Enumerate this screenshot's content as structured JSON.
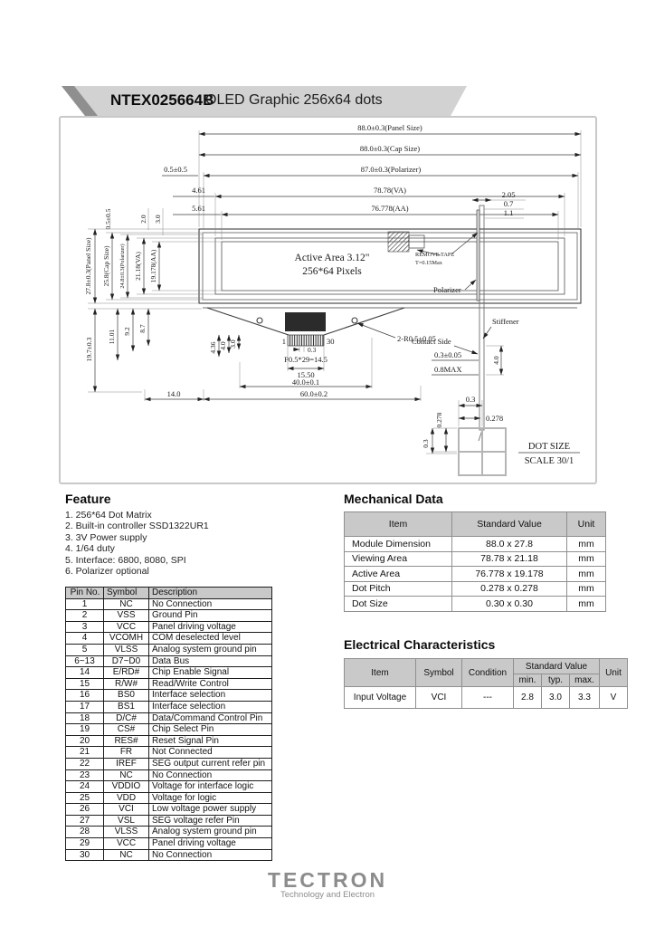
{
  "header": {
    "model": "NTEX025664B",
    "subtitle": "OLED Graphic 256x64 dots"
  },
  "colors": {
    "banner": "#d2d2d2",
    "banner_fold": "#8f8f8f",
    "table_header_bg": "#c9c9c9",
    "chip_fill": "#2b2b2b",
    "logo_gray": "#8c8c8c",
    "frame_border": "#c8c8c8"
  },
  "drawing": {
    "panel_w": "88.0±0.3(Panel Size)",
    "cap_w": "88.0±0.3(Cap Size)",
    "pol_off": "0.5±0.5",
    "pol_w": "87.0±0.3(Polarizer)",
    "va_off": "4.61",
    "va_w": "78.78(VA)",
    "aa_off": "5.61",
    "aa_w": "76.778(AA)",
    "pol_off_v": "0.5±0.5",
    "top_2": "2.0",
    "top_3": "3.0",
    "panel_h": "27.8±0.3(Panel Size)",
    "cap_h": "25.8(Cap Size)",
    "pol_h": "24.8±0.3(Polarizer)",
    "va_h": "21.18(VA)",
    "aa_h": "19.178(AA)",
    "active1": "Active Area 3.12\"",
    "active2": "256*64 Pixels",
    "tape1": "REMOVE TAPE",
    "tape2": "T=0.15Max",
    "polarizer": "Polarizer",
    "stiffener": "Stiffener",
    "contact": "Contact Side",
    "t205": "2.05",
    "t07": "0.7",
    "t11": "1.1",
    "t03005": "0.3±0.05",
    "t08max": "0.8MAX",
    "t40v": "4.0",
    "l197": "19.7±0.3",
    "l1101": "11.01",
    "l92": "9.2",
    "l87": "8.7",
    "l436": "4.36",
    "l40": "4.0",
    "l30": "3.0",
    "pin1": "1",
    "pin30": "30",
    "p03": "0.3",
    "ppitch": "P0.5*29=14.5",
    "p1550": "15.50",
    "p400": "40.0±0.1",
    "p140": "14.0",
    "p600": "60.0±0.2",
    "r05": "2-R0.5±0.05",
    "dot03t": "0.3",
    "dot0278t": "0.278",
    "dot0278l": "0.278",
    "dot03l": "0.3",
    "dot_t1": "DOT SIZE",
    "dot_t2": "SCALE 30/1"
  },
  "feature": {
    "title": "Feature",
    "items": [
      "1. 256*64 Dot Matrix",
      "2. Built-in controller SSD1322UR1",
      "3. 3V Power supply",
      "4. 1/64 duty",
      "5. Interface: 6800, 8080, SPI",
      "6. Polarizer optional"
    ]
  },
  "mechanical": {
    "title": "Mechanical Data",
    "headers": [
      "Item",
      "Standard Value",
      "Unit"
    ],
    "rows": [
      [
        "Module Dimension",
        "88.0 x 27.8",
        "mm"
      ],
      [
        "Viewing Area",
        "78.78 x 21.18",
        "mm"
      ],
      [
        "Active Area",
        "76.778 x 19.178",
        "mm"
      ],
      [
        "Dot Pitch",
        "0.278 x 0.278",
        "mm"
      ],
      [
        "Dot Size",
        "0.30 x 0.30",
        "mm"
      ]
    ]
  },
  "pins": {
    "headers": [
      "Pin No.",
      "Symbol",
      "Description"
    ],
    "rows": [
      [
        "1",
        "NC",
        "No Connection"
      ],
      [
        "2",
        "VSS",
        "Ground Pin"
      ],
      [
        "3",
        "VCC",
        "Panel driving voltage"
      ],
      [
        "4",
        "VCOMH",
        "COM deselected level"
      ],
      [
        "5",
        "VLSS",
        "Analog system ground pin"
      ],
      [
        "6~13",
        "D7~D0",
        "Data Bus"
      ],
      [
        "14",
        "E/RD#",
        "Chip Enable Signal"
      ],
      [
        "15",
        "R/W#",
        "Read/Write Control"
      ],
      [
        "16",
        "BS0",
        "Interface selection"
      ],
      [
        "17",
        "BS1",
        "Interface selection"
      ],
      [
        "18",
        "D/C#",
        "Data/Command Control Pin"
      ],
      [
        "19",
        "CS#",
        "Chip Select Pin"
      ],
      [
        "20",
        "RES#",
        "Reset Signal Pin"
      ],
      [
        "21",
        "FR",
        "Not Connected"
      ],
      [
        "22",
        "IREF",
        "SEG output current refer pin"
      ],
      [
        "23",
        "NC",
        "No Connection"
      ],
      [
        "24",
        "VDDIO",
        "Voltage for interface logic"
      ],
      [
        "25",
        "VDD",
        "Voltage for logic"
      ],
      [
        "26",
        "VCI",
        "Low voltage power supply"
      ],
      [
        "27",
        "VSL",
        "SEG voltage refer Pin"
      ],
      [
        "28",
        "VLSS",
        "Analog system ground pin"
      ],
      [
        "29",
        "VCC",
        "Panel driving voltage"
      ],
      [
        "30",
        "NC",
        "No Connection"
      ]
    ]
  },
  "electrical": {
    "title": "Electrical Characteristics",
    "h_item": "Item",
    "h_symbol": "Symbol",
    "h_condition": "Condition",
    "h_std": "Standard Value",
    "h_min": "min.",
    "h_typ": "typ.",
    "h_max": "max.",
    "h_unit": "Unit",
    "rows": [
      [
        "Input Voltage",
        "VCI",
        "---",
        "2.8",
        "3.0",
        "3.3",
        "V"
      ]
    ]
  },
  "logo": {
    "name": "TECTRON",
    "tagline": "Technology and Electron"
  }
}
